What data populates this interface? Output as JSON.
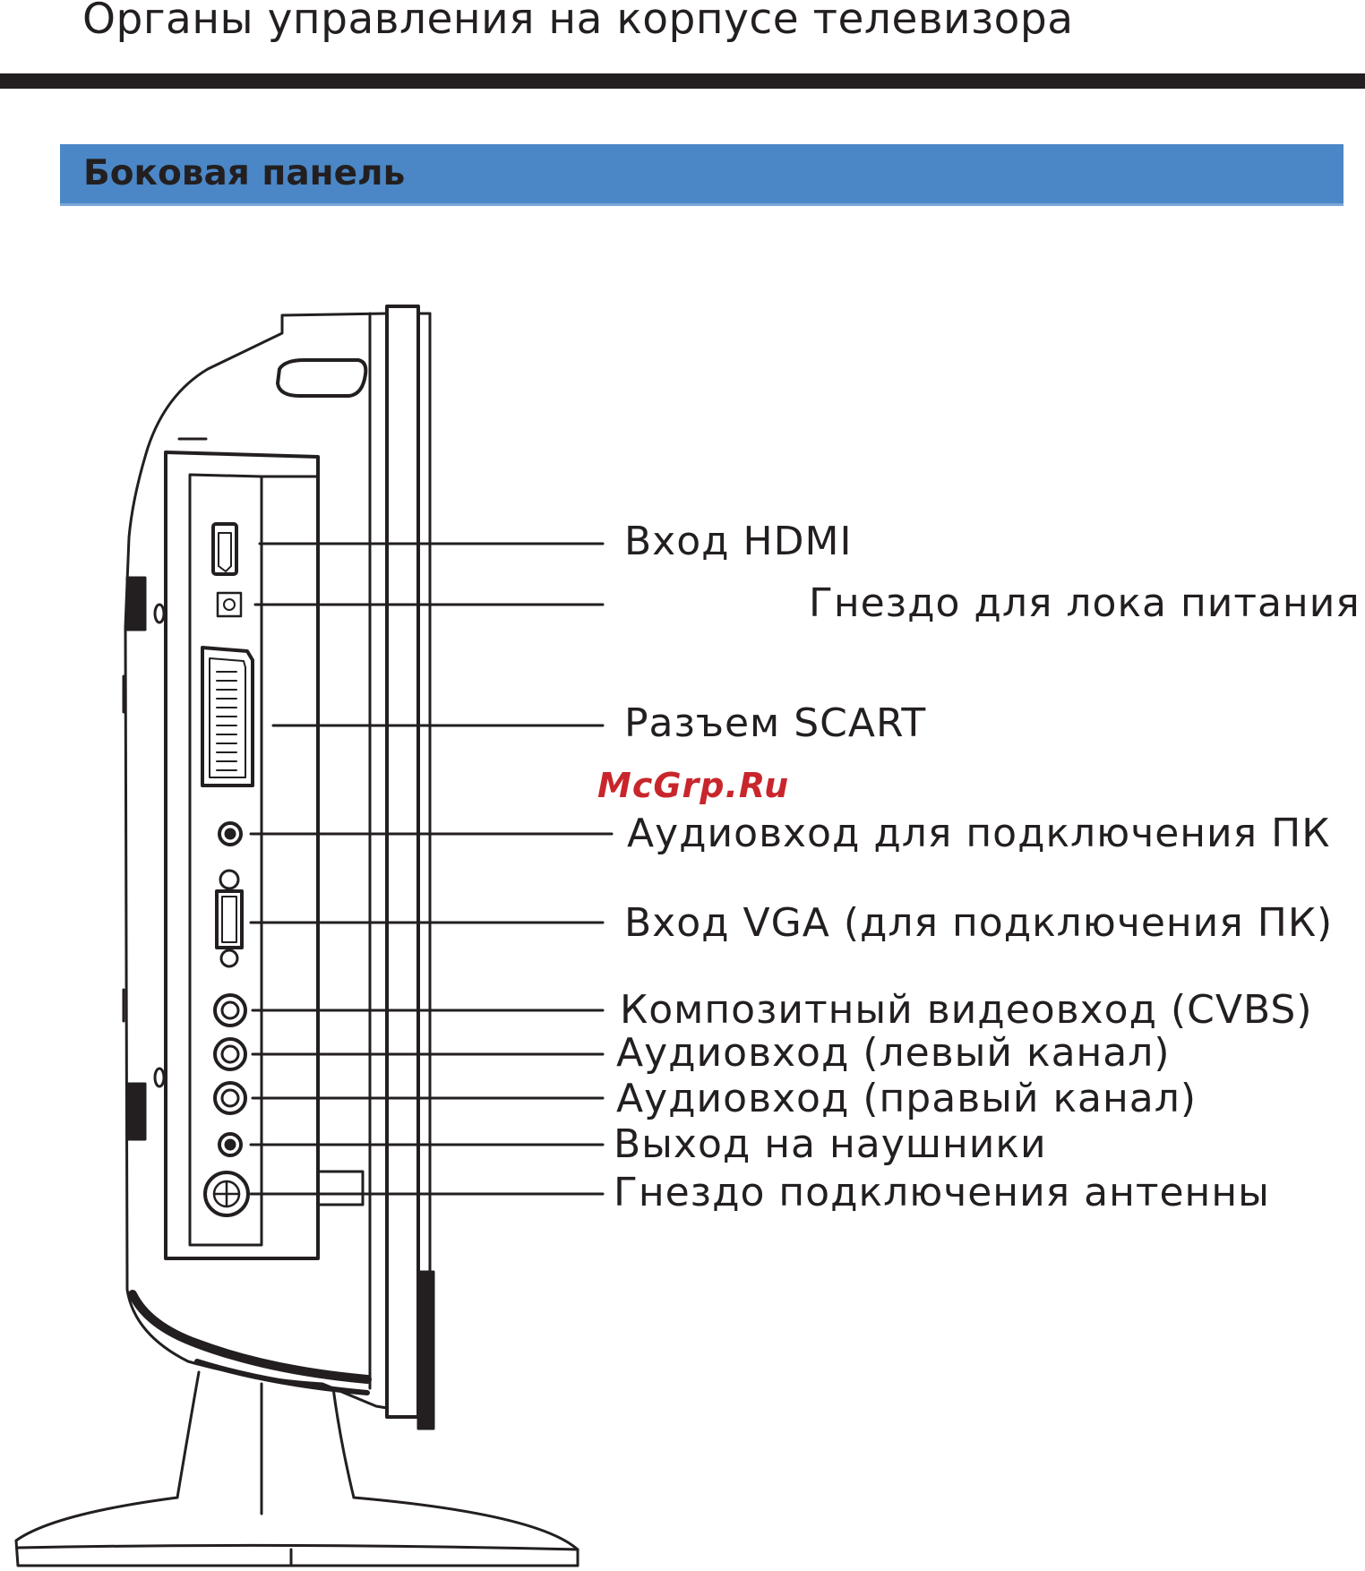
{
  "page": {
    "title": "Органы управления на корпусе телевизора",
    "section_title": "Боковая панель"
  },
  "callouts": [
    {
      "id": "hdmi",
      "label": "Вход HDMI"
    },
    {
      "id": "power",
      "label": "Гнездо для   лока питания"
    },
    {
      "id": "scart",
      "label": "Разъем SCART"
    },
    {
      "id": "pc-audio",
      "label": "Аудиовход для подключения ПК"
    },
    {
      "id": "vga",
      "label": "Вход VGA  (для подключения ПК)"
    },
    {
      "id": "cvbs",
      "label": "Композитный видеовход (CVBS)"
    },
    {
      "id": "audio-left",
      "label": "Аудиовход (левый канал)"
    },
    {
      "id": "audio-right",
      "label": "Аудиовход (правый канал)"
    },
    {
      "id": "headphones",
      "label": "Выход на наушники"
    },
    {
      "id": "antenna",
      "label": "Гнездо подключения антенны"
    }
  ],
  "watermark": "McGrp.Ru",
  "colors": {
    "ink": "#231f20",
    "section_bar": "#4b87c6",
    "watermark": "#c8262c"
  }
}
